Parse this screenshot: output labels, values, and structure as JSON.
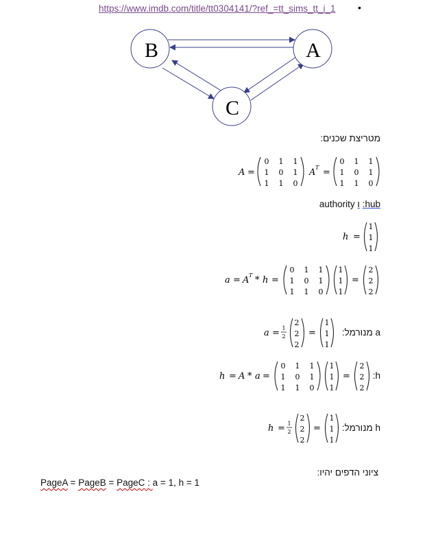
{
  "link": {
    "url": "https://www.imdb.com/title/tt0304141/?ref_=tt_sims_tt_i_1"
  },
  "graph": {
    "nodes": [
      "A",
      "B",
      "C"
    ]
  },
  "headings": {
    "adjacency": "מטריצת שכנים:",
    "authority_hub_prefix": "authority",
    "authority_hub_and": "ו",
    "authority_hub_suffix": "hub:",
    "normalized_a": "a מנורמל:",
    "h_label": "h:",
    "normalized_h": "h מנורמל:",
    "scores": "ציוני הדפים יהיו:"
  },
  "equations": {
    "adjacency": "A = (0 1 1 ; 1 0 1 ; 1 1 0)   Aᵀ = (0 1 1 ; 1 0 1 ; 1 1 0)",
    "h_init": "h = (1 ; 1 ; 1)",
    "a_calc": "a = Aᵀ * h = (0 1 1 ; 1 0 1 ; 1 1 0)(1 ; 1 ; 1) = (2 ; 2 ; 2)",
    "a_norm": "a = ½ (2 ; 2 ; 2) = (1 ; 1 ; 1)",
    "h_calc": "h = A * a = (0 1 1 ; 1 0 1 ; 1 1 0)(1 ; 1 ; 1) = (2 ; 2 ; 2)",
    "h_norm": "h = ½ (2 ; 2 ; 2) = (1 ; 1 ; 1)"
  },
  "result": {
    "pages": [
      "PageA",
      "PageB",
      "PageC"
    ],
    "eq": " = ",
    "colon": " : ",
    "values": "a = 1, h = 1"
  }
}
